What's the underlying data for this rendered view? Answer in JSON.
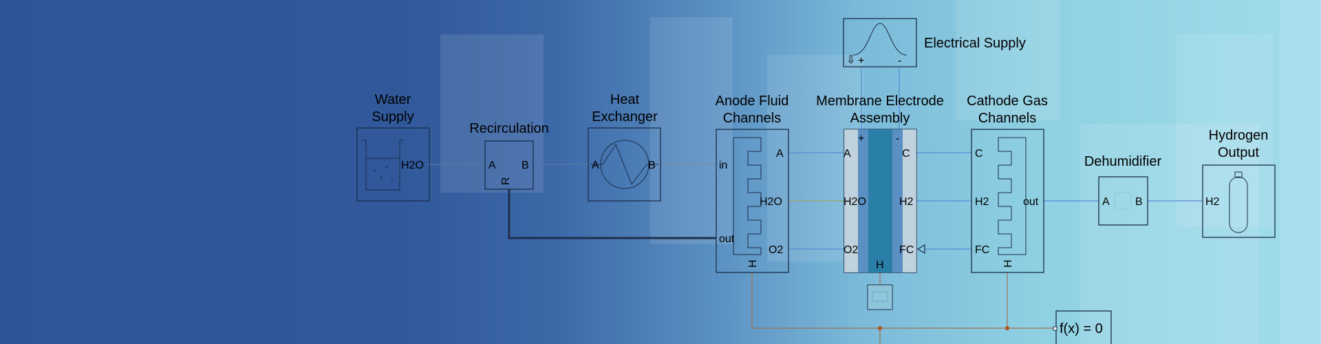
{
  "diagram": {
    "blocks": {
      "water_supply": {
        "title_line1": "Water",
        "title_line2": "Supply",
        "port_out": "H2O"
      },
      "recirculation": {
        "title": "Recirculation",
        "port_a": "A",
        "port_b": "B",
        "port_r": "R"
      },
      "heat_exchanger": {
        "title_line1": "Heat",
        "title_line2": "Exchanger",
        "port_a": "A",
        "port_b": "B"
      },
      "anode": {
        "title_line1": "Anode Fluid",
        "title_line2": "Channels",
        "port_in": "in",
        "port_out": "out",
        "port_a": "A",
        "port_h2o": "H2O",
        "port_o2": "O2",
        "port_h": "H"
      },
      "mea": {
        "title_line1": "Membrane Electrode",
        "title_line2": "Assembly",
        "port_a": "A",
        "port_h2o": "H2O",
        "port_o2": "O2",
        "port_c": "C",
        "port_h2": "H2",
        "port_fc": "FC",
        "port_h": "H",
        "plus": "+",
        "minus": "-"
      },
      "electrical_supply": {
        "title": "Electrical Supply",
        "plus": "+",
        "minus": "-"
      },
      "cathode": {
        "title_line1": "Cathode Gas",
        "title_line2": "Channels",
        "port_c": "C",
        "port_h2": "H2",
        "port_fc": "FC",
        "port_out": "out",
        "port_h": "H"
      },
      "dehumidifier": {
        "title": "Dehumidifier",
        "port_a": "A",
        "port_b": "B"
      },
      "hydrogen_output": {
        "title_line1": "Hydrogen",
        "title_line2": "Output",
        "port_in": "H2"
      },
      "solver": {
        "label": "f(x) = 0"
      }
    }
  }
}
